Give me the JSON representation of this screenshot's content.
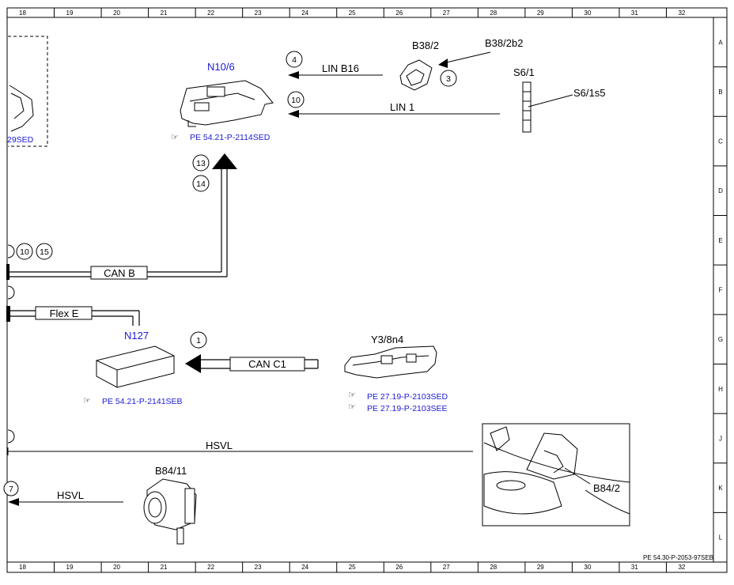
{
  "grid": {
    "columns": [
      "18",
      "19",
      "20",
      "21",
      "22",
      "23",
      "24",
      "25",
      "26",
      "27",
      "28",
      "29",
      "30",
      "31",
      "32"
    ],
    "rows": [
      "A",
      "B",
      "C",
      "D",
      "E",
      "F",
      "G",
      "H",
      "J",
      "K",
      "L"
    ]
  },
  "components": {
    "n10_6": "N10/6",
    "b38_2": "B38/2",
    "b38_2b2": "B38/2b2",
    "s6_1": "S6/1",
    "s6_1s5": "S6/1s5",
    "n127": "N127",
    "y3_8n4": "Y3/8n4",
    "b84_11": "B84/11",
    "b84_2": "B84/2"
  },
  "refs": {
    "n10_6": "PE 54.21-P-2114SED",
    "n127": "PE 54.21-P-2141SEB",
    "y3_1": "PE 27.19-P-2103SED",
    "y3_2": "PE 27.19-P-2103SEE",
    "left_partial": "29SED"
  },
  "buses": {
    "lin_b16": "LIN B16",
    "lin_1": "LIN 1",
    "can_b": "CAN B",
    "flex_e": "Flex E",
    "can_c1": "CAN C1",
    "hsvl_1": "HSVL",
    "hsvl_2": "HSVL"
  },
  "circles": {
    "c4": "4",
    "c3": "3",
    "c10a": "10",
    "c13": "13",
    "c14": "14",
    "c10b": "10",
    "c15": "15",
    "c1": "1",
    "c7": "7"
  },
  "footer": "PE 54.30-P-2053-97SEB"
}
